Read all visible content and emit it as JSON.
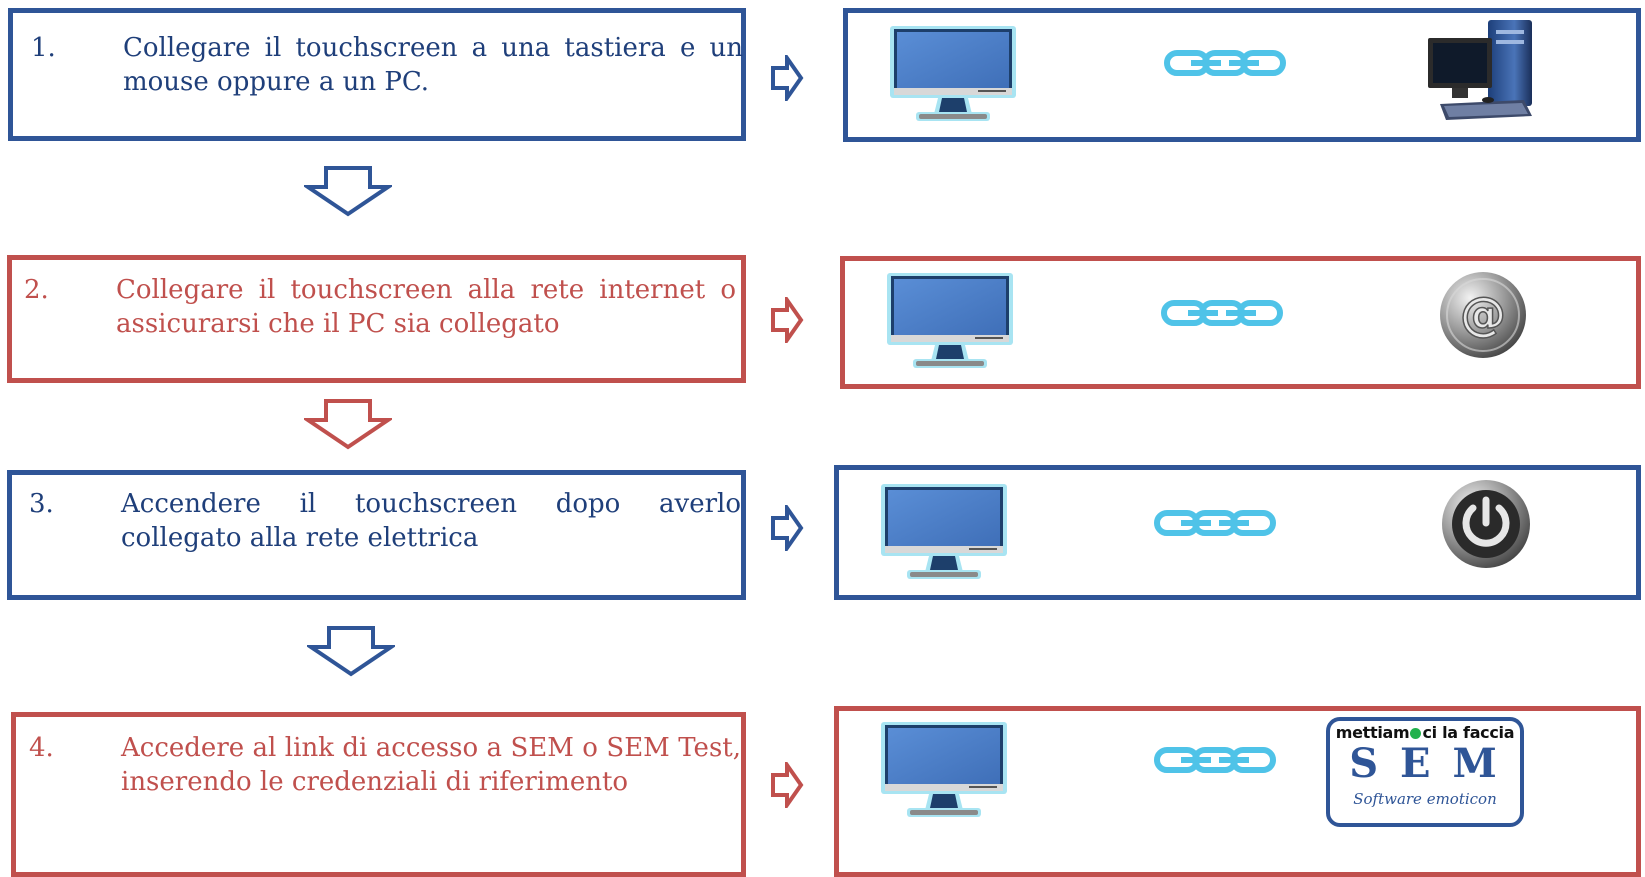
{
  "steps": [
    {
      "number": "1.",
      "text": "Collegare il touchscreen a una tastiera e un mouse oppure a un PC.",
      "color": "#2f5597"
    },
    {
      "number": "2.",
      "text": "Collegare il touchscreen alla rete internet o assicurarsi che il PC sia collegato",
      "color": "#c0504d"
    },
    {
      "number": "3.",
      "text": "Accendere il touchscreen dopo averlo collegato alla rete elettrica",
      "color": "#2f5597"
    },
    {
      "number": "4.",
      "text": "Accedere al link di accesso a SEM o SEM Test, inserendo le credenziali di riferimento",
      "color": "#c0504d"
    }
  ],
  "icons": {
    "left": "monitor-icon",
    "middle": "chain-link-icon",
    "right": [
      "desktop-pc-icon",
      "at-sign-icon",
      "power-button-icon",
      "sem-logo"
    ]
  },
  "sem_logo": {
    "tagline_before": "mettiam",
    "tagline_after": "ci la faccia",
    "title": "SEM",
    "subtitle": "Software emoticon"
  },
  "colors": {
    "blue": "#2f5597",
    "red": "#c0504d",
    "chain": "#4fc3e8"
  }
}
